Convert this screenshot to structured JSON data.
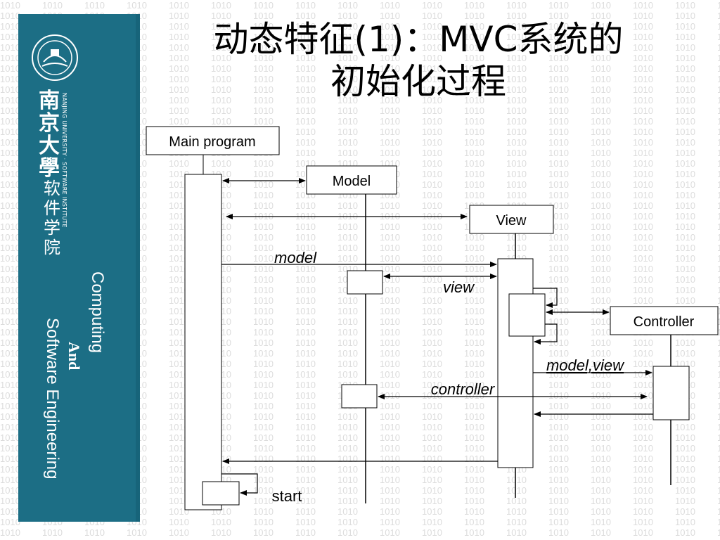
{
  "title": {
    "line1": "动态特征(1)：MVC系统的",
    "line2": "初始化过程"
  },
  "sidebar": {
    "seal_icon": "university-seal-icon",
    "university_name": [
      "南",
      "京",
      "大",
      "學"
    ],
    "university_english": "NANJING UNIVERSITY · SOFTWARE INSTITUTE",
    "institute_name": [
      "软",
      "件",
      "学",
      "院"
    ],
    "computing": "Computing",
    "and": "And",
    "software_engineering": "Software Engineering"
  },
  "diagram": {
    "participants": {
      "main_program": "Main program",
      "model": "Model",
      "view": "View",
      "controller": "Controller"
    },
    "messages": {
      "model": "model",
      "view": "view",
      "model_view": "model,view",
      "controller": "controller",
      "start": "start"
    }
  },
  "colors": {
    "sidebar": "#1c6e85",
    "pattern": "#d8d8d8",
    "line": "#000000"
  }
}
